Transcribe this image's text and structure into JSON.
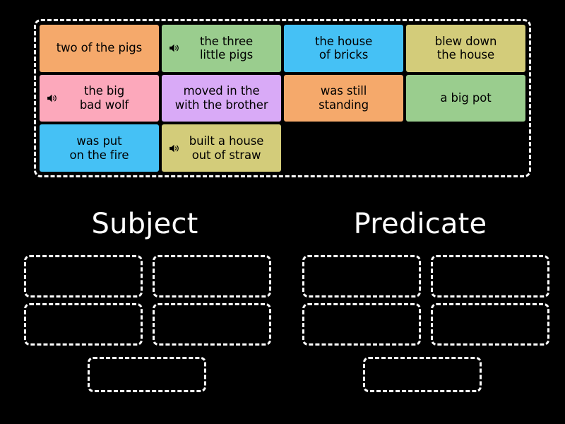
{
  "background_color": "#000000",
  "tray": {
    "border_color": "#ffffff",
    "rows": [
      [
        {
          "text": "two of the pigs",
          "color": "#F5A96B",
          "audio": false,
          "width": "w-1"
        },
        {
          "text": "the three\nlittle pigs",
          "color": "#9ACD8E",
          "audio": true,
          "width": "w-2"
        },
        {
          "text": "the house\nof bricks",
          "color": "#45C1F5",
          "audio": false,
          "width": "w-3"
        },
        {
          "text": "blew down\nthe house",
          "color": "#D3CC7A",
          "audio": false,
          "width": "w-4"
        }
      ],
      [
        {
          "text": "the big\nbad wolf",
          "color": "#FCA8BB",
          "audio": true,
          "width": "w-1"
        },
        {
          "text": "moved in the\nwith the brother",
          "color": "#D9AAF7",
          "audio": false,
          "width": "w-2"
        },
        {
          "text": "was still\nstanding",
          "color": "#F5A96B",
          "audio": false,
          "width": "w-3"
        },
        {
          "text": "a big pot",
          "color": "#9ACD8E",
          "audio": false,
          "width": "w-4"
        }
      ],
      [
        {
          "text": "was put\non the fire",
          "color": "#45C1F5",
          "audio": false,
          "width": "w-1"
        },
        {
          "text": "built a house\nout of straw",
          "color": "#D3CC7A",
          "audio": true,
          "width": "w-2"
        }
      ]
    ]
  },
  "categories": [
    {
      "title": "Subject",
      "slot_count": 5
    },
    {
      "title": "Predicate",
      "slot_count": 5
    }
  ],
  "icons": {
    "speaker": "speaker-icon"
  },
  "text_color": "#000000",
  "heading_color": "#ffffff"
}
